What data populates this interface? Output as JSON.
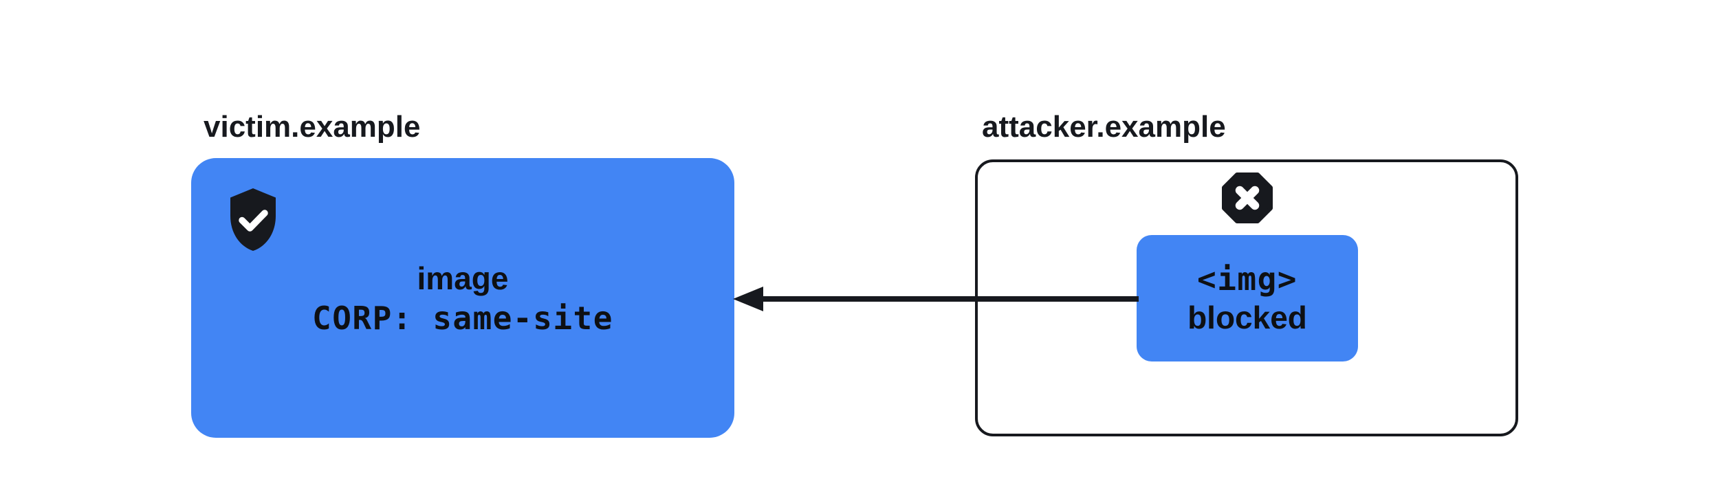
{
  "colors": {
    "node_blue": "#4285f4",
    "ink": "#17191e",
    "text_dark": "#0e1013",
    "background": "#ffffff"
  },
  "victim": {
    "label": "victim.example",
    "node": {
      "line1": "image",
      "line2": "CORP: same-site"
    },
    "icon": "shield-check"
  },
  "attacker": {
    "label": "attacker.example",
    "node": {
      "line1": "<img>",
      "line2": "blocked"
    },
    "icon": "blocked-octagon"
  },
  "arrow": {
    "direction": "right-to-left"
  }
}
